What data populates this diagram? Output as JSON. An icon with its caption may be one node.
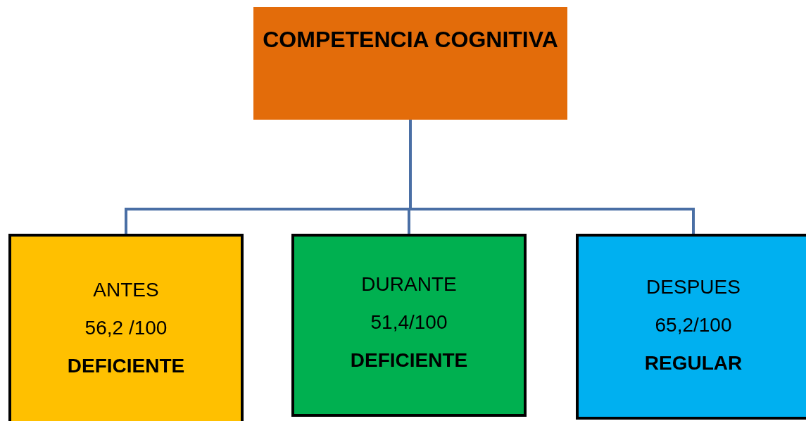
{
  "diagram": {
    "nodes": [
      {
        "text": [
          "COMPETENCIA COGNITIVA"
        ]
      },
      {
        "text": [
          "ANTES",
          "56,2 /100",
          "DEFICIENTE"
        ]
      },
      {
        "text": [
          "DURANTE",
          "51,4/100",
          "DEFICIENTE"
        ]
      },
      {
        "text": [
          "DESPUES",
          "65,2/100",
          "REGULAR"
        ]
      }
    ],
    "edges": [
      {
        "from": 0,
        "to": 1,
        "arrow": "none"
      },
      {
        "from": 0,
        "to": 2,
        "arrow": "none"
      },
      {
        "from": 0,
        "to": 3,
        "arrow": "none"
      }
    ]
  }
}
